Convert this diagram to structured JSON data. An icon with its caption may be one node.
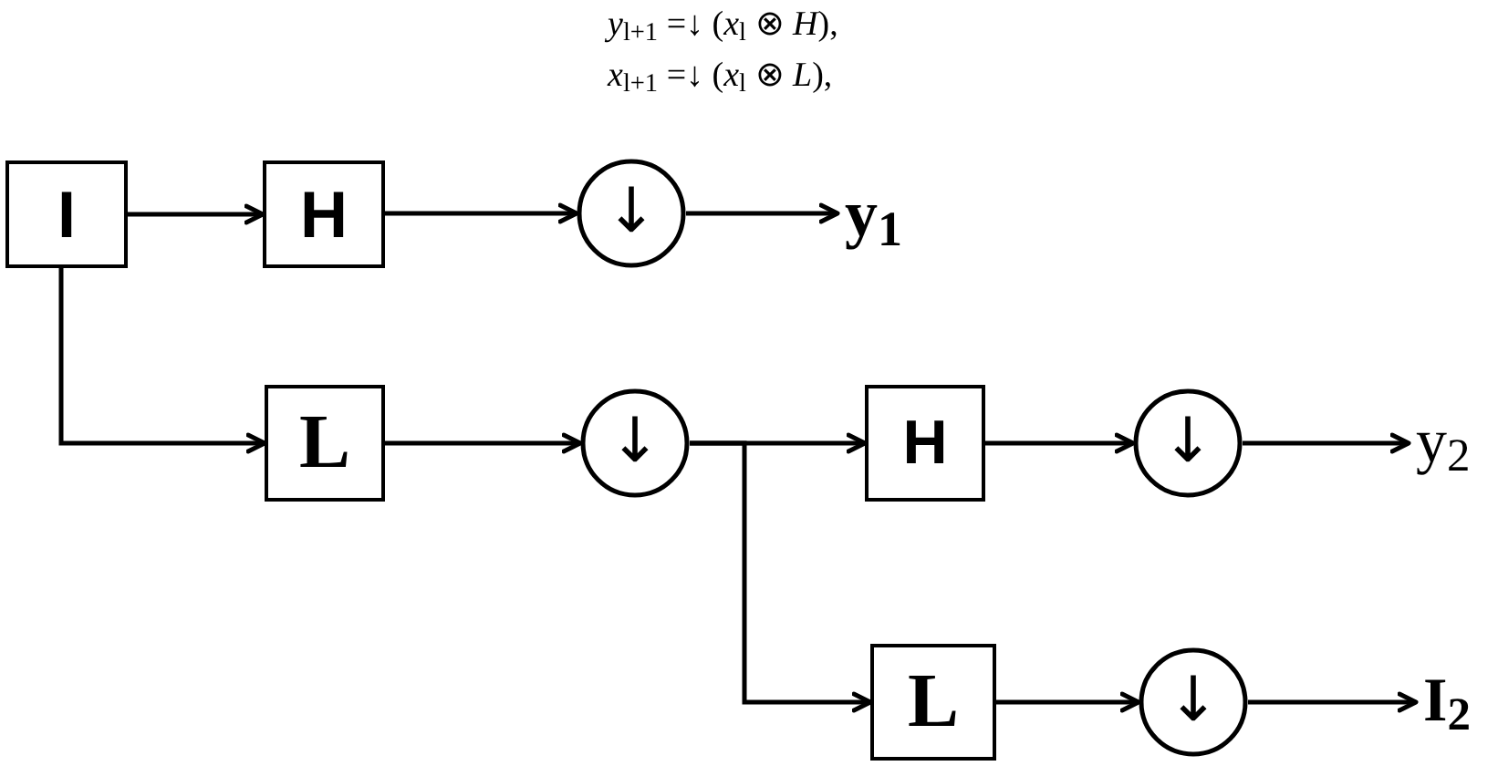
{
  "diagram": {
    "nodes": [
      {
        "text": [
          "I"
        ]
      },
      {
        "text": [
          "H"
        ]
      },
      {
        "text": [
          "↓"
        ]
      },
      {
        "text": [
          "y$_{1}$"
        ]
      },
      {
        "text": [
          "L"
        ]
      },
      {
        "text": [
          "↓"
        ]
      },
      {
        "text": [
          "H"
        ]
      },
      {
        "text": [
          "↓"
        ]
      },
      {
        "text": [
          "y$_{2}$"
        ]
      },
      {
        "text": [
          "L"
        ]
      },
      {
        "text": [
          "↓"
        ]
      },
      {
        "text": [
          "I$_{2}$"
        ]
      }
    ],
    "edges": [
      {
        "from": 0,
        "to": 1,
        "arrow": "to"
      },
      {
        "from": 1,
        "to": 2,
        "arrow": "to"
      },
      {
        "from": 2,
        "to": 3,
        "arrow": "to"
      },
      {
        "from": 0,
        "to": 4,
        "arrow": "to"
      },
      {
        "from": 4,
        "to": 5,
        "arrow": "to"
      },
      {
        "from": 5,
        "to": 6,
        "arrow": "to"
      },
      {
        "from": 5,
        "to": 9,
        "arrow": "to"
      },
      {
        "from": 6,
        "to": 7,
        "arrow": "to"
      },
      {
        "from": 7,
        "to": 8,
        "arrow": "to"
      },
      {
        "from": 9,
        "to": 10,
        "arrow": "to"
      },
      {
        "from": 10,
        "to": 11,
        "arrow": "to"
      }
    ],
    "labels": [
      "*y*$_{l+1}$ =↓ (*x*$_{l}$ ⊗ *H*),",
      "*x*$_{l+1}$ =↓ (*x*$_{l}$ ⊗ *L*),"
    ]
  }
}
